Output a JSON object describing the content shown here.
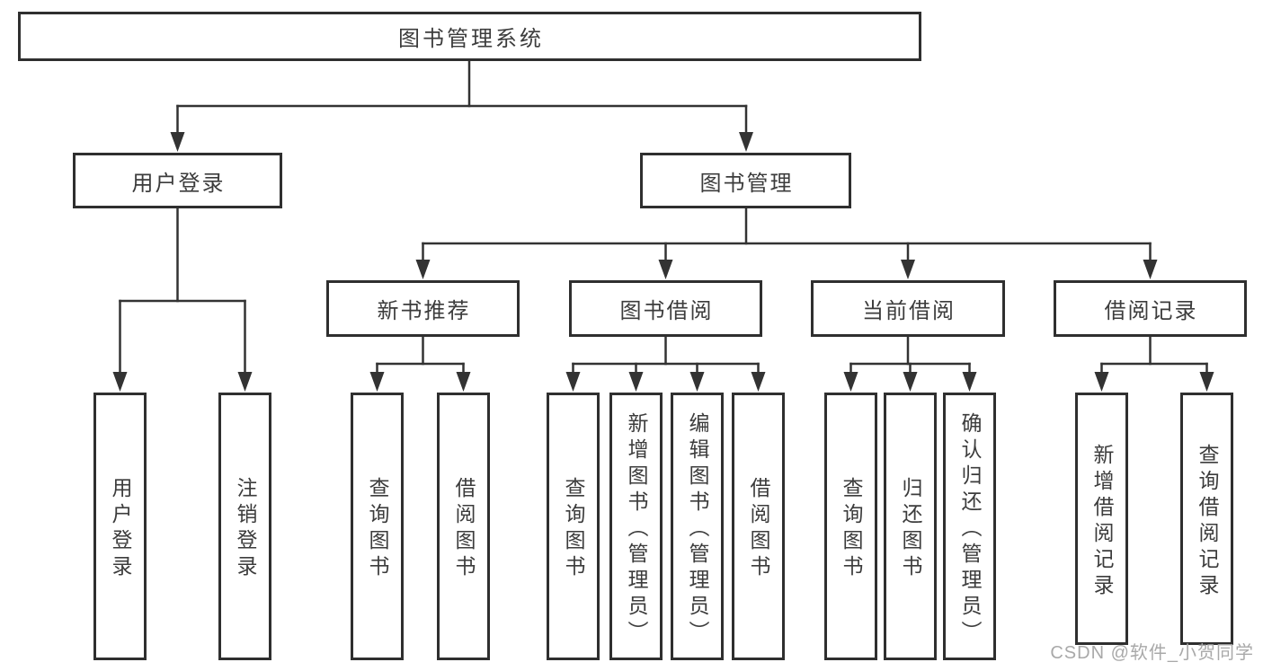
{
  "tree": {
    "root": {
      "label": "图书管理系统",
      "children": [
        {
          "label": "用户登录",
          "children": [
            {
              "label": "用户登录"
            },
            {
              "label": "注销登录"
            }
          ]
        },
        {
          "label": "图书管理",
          "children": [
            {
              "label": "新书推荐",
              "children": [
                {
                  "label": "查询图书"
                },
                {
                  "label": "借阅图书"
                }
              ]
            },
            {
              "label": "图书借阅",
              "children": [
                {
                  "label": "查询图书"
                },
                {
                  "label": "新增图书（管理员）"
                },
                {
                  "label": "编辑图书（管理员）"
                },
                {
                  "label": "借阅图书"
                }
              ]
            },
            {
              "label": "当前借阅",
              "children": [
                {
                  "label": "查询图书"
                },
                {
                  "label": "归还图书"
                },
                {
                  "label": "确认归还（管理员）"
                }
              ]
            },
            {
              "label": "借阅记录",
              "children": [
                {
                  "label": "新增借阅记录"
                },
                {
                  "label": "查询借阅记录"
                }
              ]
            }
          ]
        }
      ]
    }
  },
  "watermark": {
    "text": "CSDN @软件_小贺同学"
  },
  "colors": {
    "line": "#333333",
    "box_border": "#2f2f2f",
    "text": "#3c3c3c",
    "watermark_text": "#a9a9a9",
    "background": "#ffffff"
  }
}
